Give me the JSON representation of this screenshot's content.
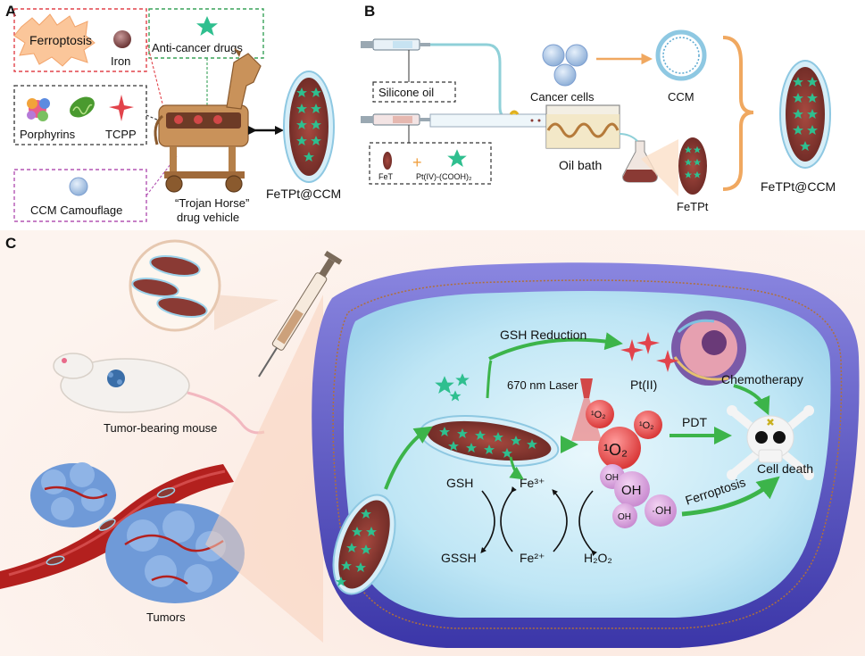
{
  "panels": {
    "a": "A",
    "b": "B",
    "c": "C"
  },
  "panel_a": {
    "ferroptosis": "Ferroptosis",
    "iron": "Iron",
    "anti_cancer_drugs": "Anti-cancer drugs",
    "porphyrins": "Porphyrins",
    "tcpp": "TCPP",
    "ccm_camouflage": "CCM Camouflage",
    "trojan_line1": "“Trojan Horse”",
    "trojan_line2": "drug vehicle",
    "fetpt_ccm": "FeTPt@CCM"
  },
  "panel_b": {
    "silicone_oil": "Silicone oil",
    "fet": "FeT",
    "plus": "+",
    "pt_cooh": "Pt(IV)-(COOH)₂",
    "cancer_cells": "Cancer cells",
    "ccm": "CCM",
    "oil_bath": "Oil bath",
    "fetpt": "FeTPt",
    "fetpt_ccm": "FeTPt@CCM"
  },
  "panel_c": {
    "tumor_bearing_mouse": "Tumor-bearing mouse",
    "tumors": "Tumors",
    "gsh_reduction": "GSH Reduction",
    "pt_ii": "Pt(II)",
    "chemotherapy": "Chemotherapy",
    "laser": "670 nm Laser",
    "o2_small": "¹O₂",
    "o2_big": "¹O₂",
    "pdt": "PDT",
    "cell_death": "Cell death",
    "gsh": "GSH",
    "gssh": "GSSH",
    "fe3": "Fe³⁺",
    "fe2": "Fe²⁺",
    "h2o2": "H₂O₂",
    "oh": "OH",
    "oh_radical": "·OH",
    "ferroptosis": "Ferroptosis"
  },
  "colors": {
    "red_dash": "#e2434b",
    "green_dash": "#3aa35a",
    "purple_dash": "#b455b4",
    "cell_membrane": "#5a55c8",
    "cytoplasm": "#bfe6f5",
    "particle_body": "#8a3a34",
    "star": "#2fbf8f",
    "arrow_green": "#3cb44a",
    "arrow_orange": "#f0a860"
  }
}
